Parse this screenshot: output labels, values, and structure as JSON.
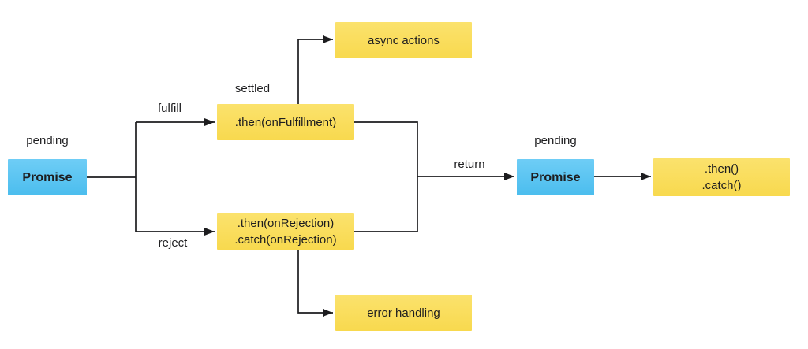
{
  "diagram": {
    "nodes": {
      "promise_left": {
        "label": "Promise",
        "state": "pending"
      },
      "then_fulfillment": {
        "label": ".then(onFulfillment)"
      },
      "async_actions": {
        "label": "async actions"
      },
      "then_rejection": {
        "line1": ".then(onRejection)",
        "line2": ".catch(onRejection)"
      },
      "error_handling": {
        "label": "error handling"
      },
      "promise_right": {
        "label": "Promise",
        "state": "pending"
      },
      "then_catch": {
        "line1": ".then()",
        "line2": ".catch()"
      }
    },
    "edge_labels": {
      "fulfill": "fulfill",
      "settled": "settled",
      "reject": "reject",
      "return": "return"
    },
    "colors": {
      "promise_top": "#6ecdf6",
      "promise_bottom": "#4bbdee",
      "action_top": "#fbe26d",
      "action_bottom": "#f8d94e",
      "line": "#1d1d1f",
      "text": "#1d1d1f",
      "background": "#ffffff"
    }
  }
}
